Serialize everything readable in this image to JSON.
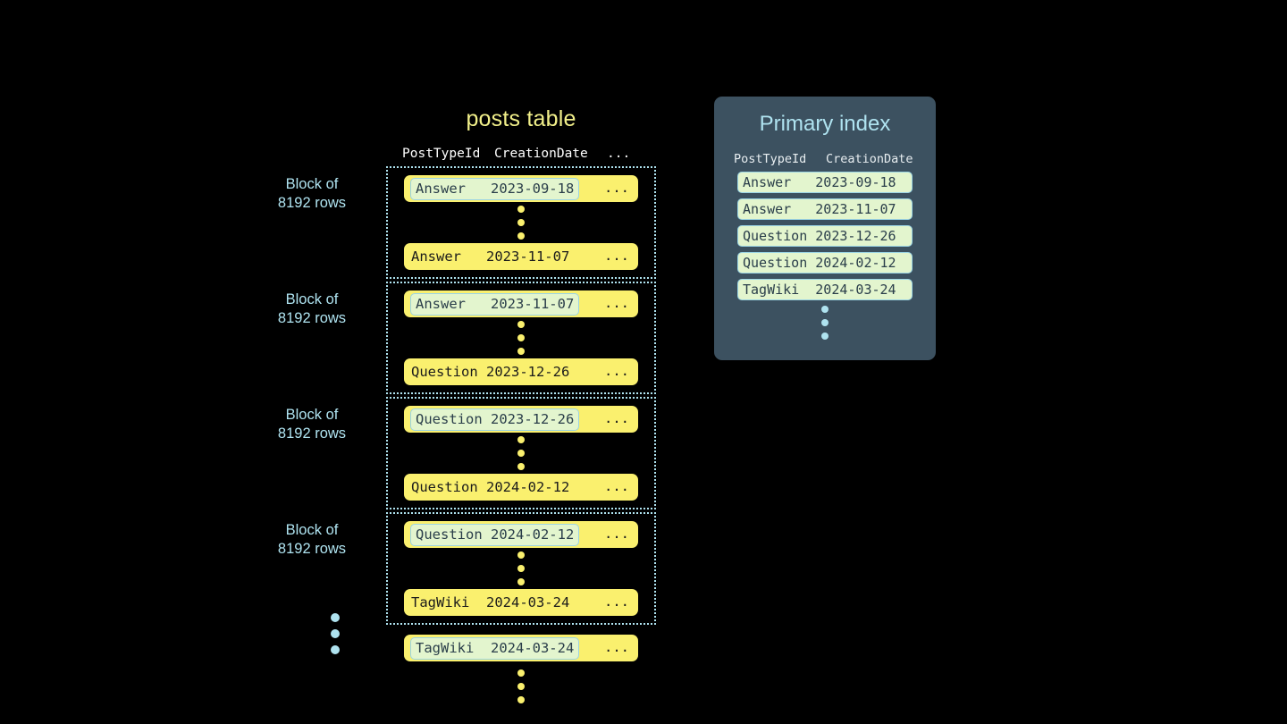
{
  "background_color": "#000000",
  "posts_table": {
    "title": "posts table",
    "title_color": "#F2F08A",
    "row_color": "#FAF06E",
    "highlight_color": "#E3F5CE",
    "headers": {
      "post_type_id": "PostTypeId",
      "creation_date": "CreationDate",
      "more": "..."
    },
    "block_label": "Block of\n8192 rows",
    "blocks": [
      {
        "label": "Block of\n8192 rows",
        "first_row": {
          "post_type_id": "Answer  ",
          "creation_date": "2023-09-18",
          "more": "...",
          "highlighted": true
        },
        "last_row": {
          "post_type_id": "Answer  ",
          "creation_date": "2023-11-07",
          "more": "...",
          "highlighted": false
        }
      },
      {
        "label": "Block of\n8192 rows",
        "first_row": {
          "post_type_id": "Answer  ",
          "creation_date": "2023-11-07",
          "more": "...",
          "highlighted": true
        },
        "last_row": {
          "post_type_id": "Question",
          "creation_date": "2023-12-26",
          "more": "...",
          "highlighted": false
        }
      },
      {
        "label": "Block of\n8192 rows",
        "first_row": {
          "post_type_id": "Question",
          "creation_date": "2023-12-26",
          "more": "...",
          "highlighted": true
        },
        "last_row": {
          "post_type_id": "Question",
          "creation_date": "2024-02-12",
          "more": "...",
          "highlighted": false
        }
      },
      {
        "label": "Block of\n8192 rows",
        "first_row": {
          "post_type_id": "Question",
          "creation_date": "2024-02-12",
          "more": "...",
          "highlighted": true
        },
        "last_row": {
          "post_type_id": "TagWiki ",
          "creation_date": "2024-03-24",
          "more": "...",
          "highlighted": false
        }
      }
    ],
    "trailing_row": {
      "post_type_id": "TagWiki ",
      "creation_date": "2024-03-24",
      "more": "...",
      "highlighted": true
    }
  },
  "primary_index": {
    "title": "Primary index",
    "panel_color": "#3C5160",
    "title_color": "#AFE3F0",
    "row_color": "#E3F5CE",
    "headers": {
      "post_type_id": "PostTypeId",
      "creation_date": "CreationDate"
    },
    "rows": [
      {
        "post_type_id": "Answer  ",
        "creation_date": "2023-09-18"
      },
      {
        "post_type_id": "Answer  ",
        "creation_date": "2023-11-07"
      },
      {
        "post_type_id": "Question",
        "creation_date": "2023-12-26"
      },
      {
        "post_type_id": "Question",
        "creation_date": "2024-02-12"
      },
      {
        "post_type_id": "TagWiki ",
        "creation_date": "2024-03-24"
      }
    ]
  }
}
